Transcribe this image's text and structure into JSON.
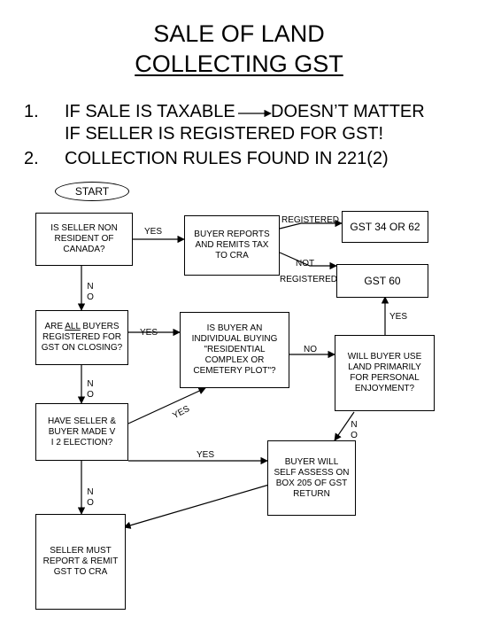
{
  "title": {
    "line1": "SALE OF LAND",
    "line2": "COLLECTING GST"
  },
  "rules": [
    {
      "num": "1.",
      "text_a": "IF SALE IS TAXABLE",
      "text_b": "DOESN’T MATTER",
      "text_c": "IF SELLER IS REGISTERED FOR GST!"
    },
    {
      "num": "2.",
      "text": "COLLECTION RULES FOUND IN 221(2)"
    }
  ],
  "nodes": {
    "start": "START",
    "seller_nonresident": "IS SELLER NON RESIDENT OF CANADA?",
    "buyer_reports": "BUYER REPORTS AND REMITS TAX TO CRA",
    "gst34": "GST 34 OR 62",
    "gst60": "GST 60",
    "all_buyers_registered": {
      "prefix": "ARE ",
      "underlined": "ALL",
      "suffix": " BUYERS REGISTERED FOR GST ON CLOSING?"
    },
    "residential_complex": "IS BUYER AN INDIVIDUAL BUYING \"RESIDENTIAL COMPLEX OR CEMETERY PLOT\"?",
    "personal_enjoyment": "WILL BUYER USE LAND PRIMARILY FOR PERSONAL ENJOYMENT?",
    "election": "HAVE SELLER & BUYER MADE V I 2 ELECTION?",
    "self_assess": "BUYER WILL SELF ASSESS ON BOX 205 OF GST RETURN",
    "seller_report": "SELLER MUST REPORT & REMIT GST TO CRA"
  },
  "labels": {
    "yes1": "YES",
    "registered": "REGISTERED",
    "not": "NOT",
    "not_registered": "REGISTERED",
    "no1_a": "N",
    "no1_b": "O",
    "yes2": "YES",
    "yes_right": "YES",
    "no_mid": "NO",
    "no2_a": "N",
    "no2_b": "O",
    "yes_diag": "YES",
    "no_right_a": "N",
    "no_right_b": "O",
    "yes_bottom": "YES",
    "no3_a": "N",
    "no3_b": "O"
  }
}
